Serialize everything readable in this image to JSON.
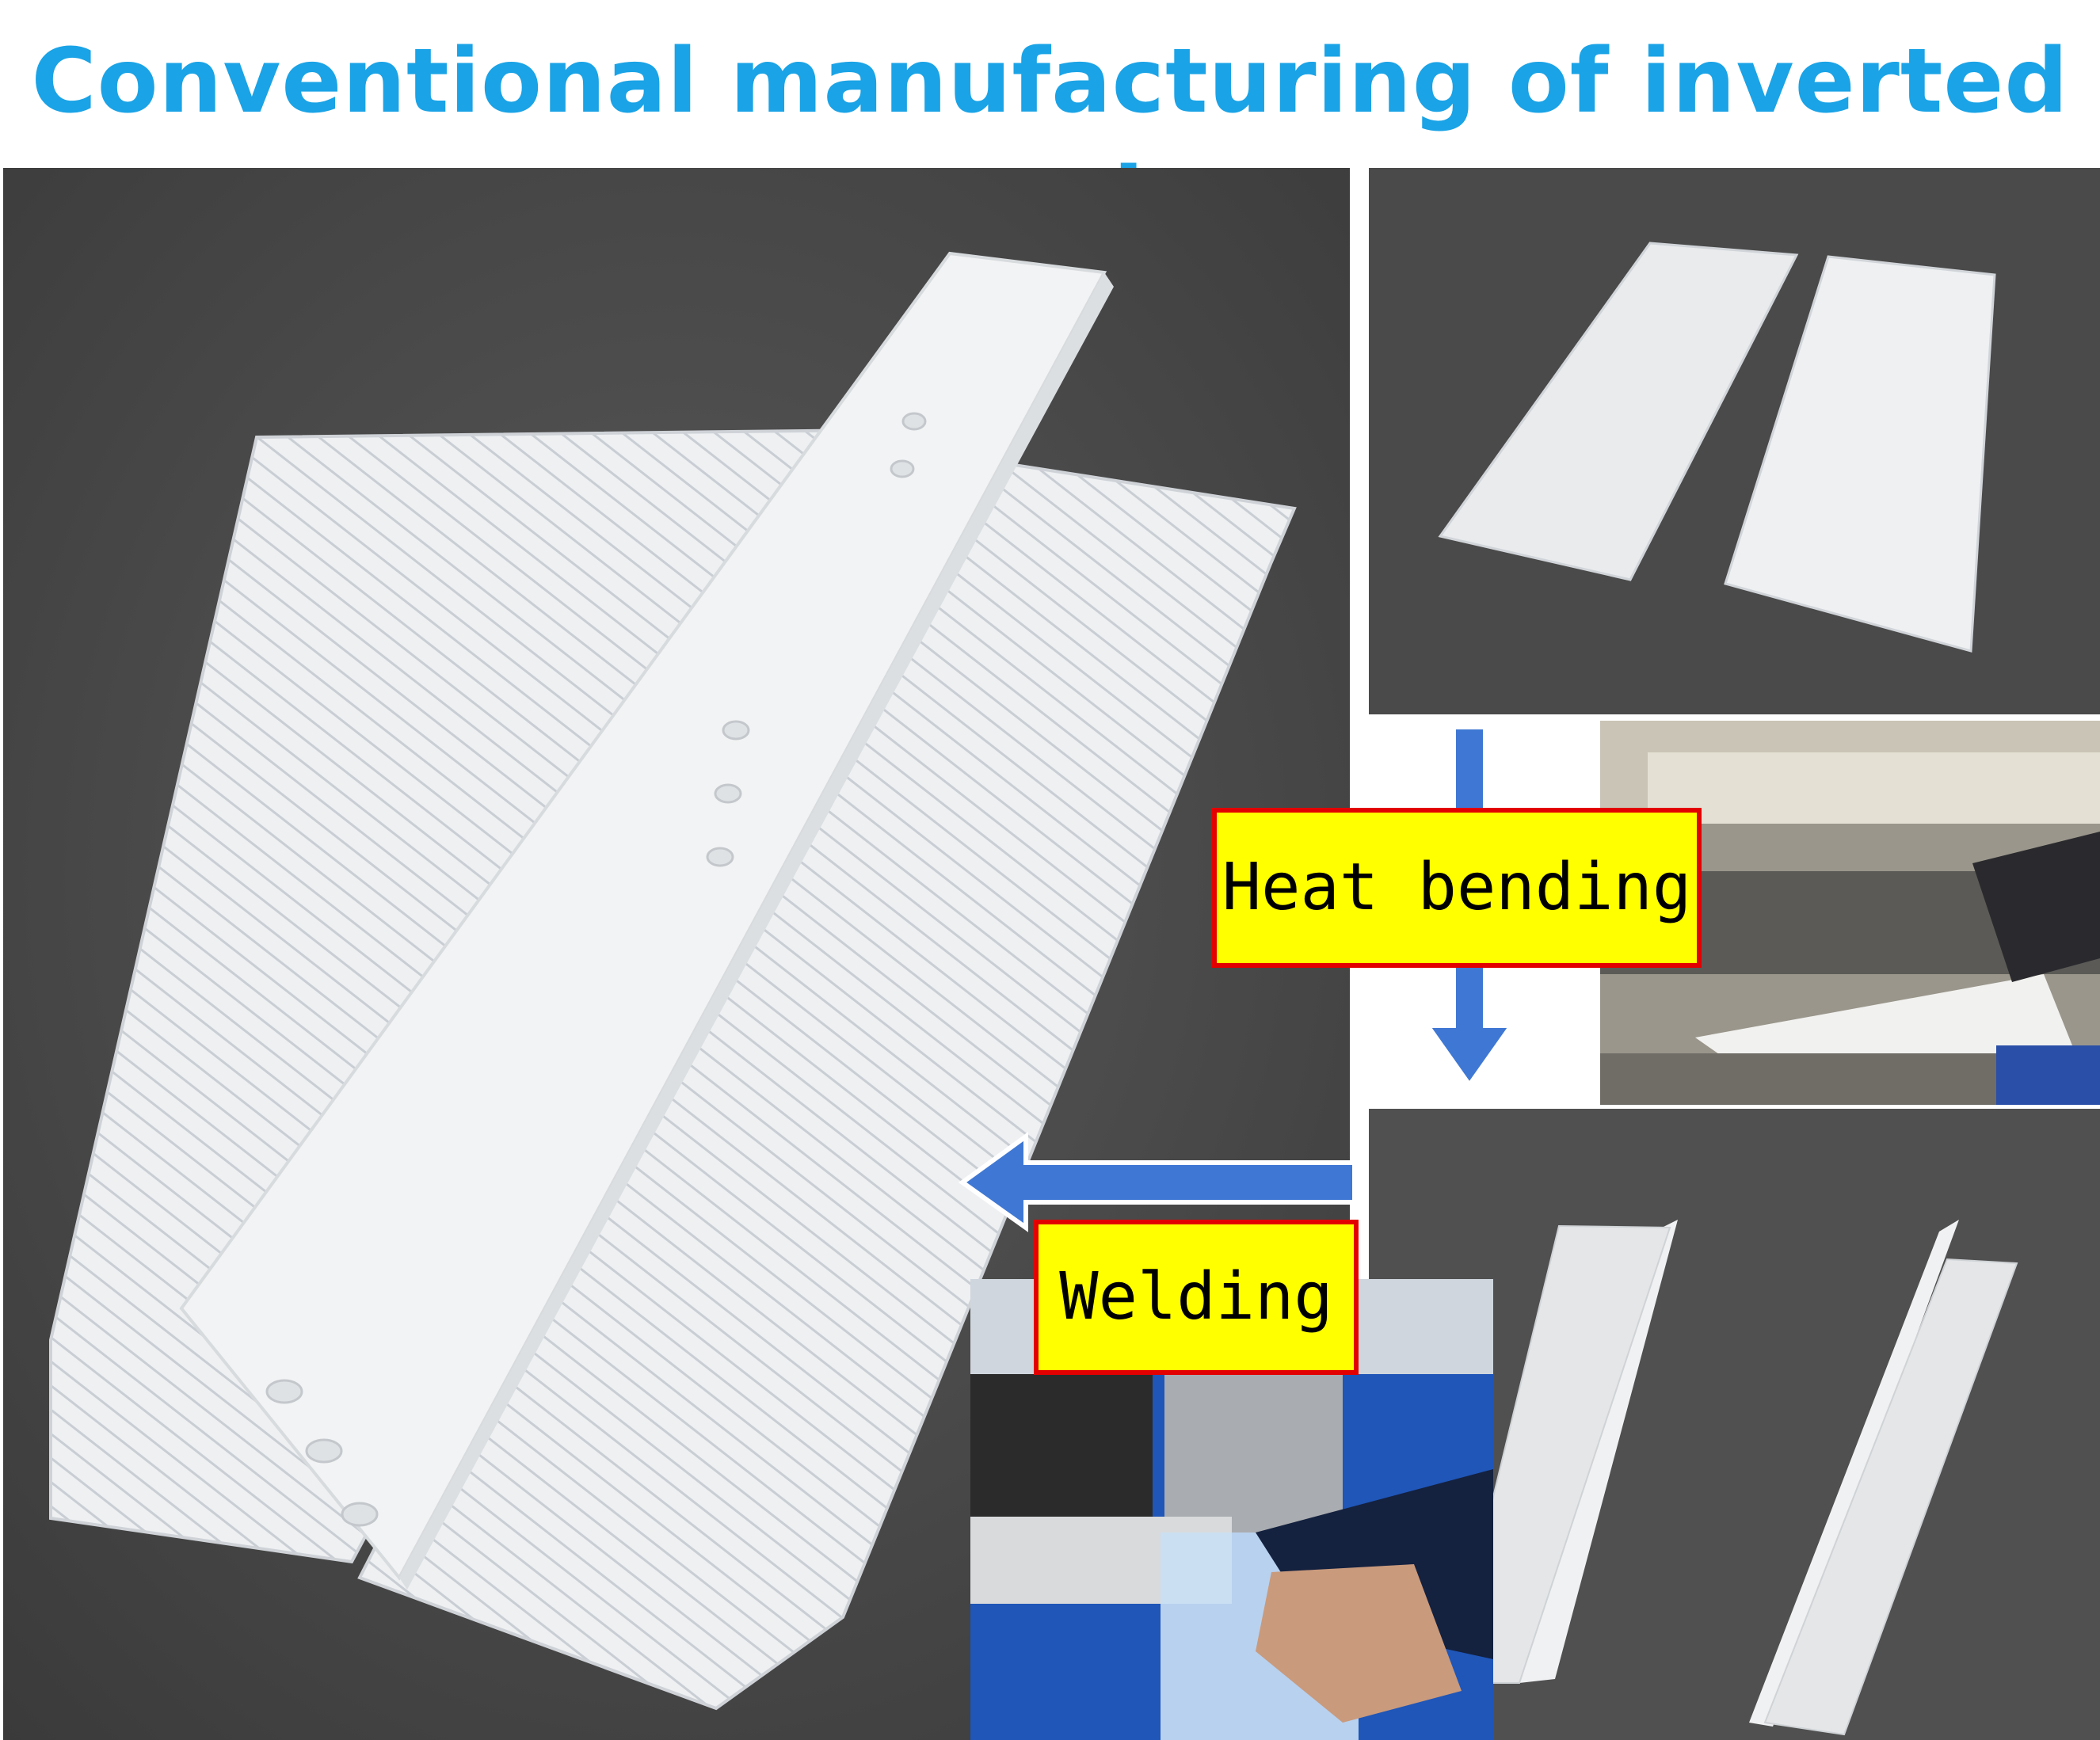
{
  "title": "Conventional manufacturing of inverted pad",
  "steps": {
    "heat_bending": "Heat bending",
    "welding": "Welding"
  },
  "colors": {
    "title": "#1aa3e6",
    "arrow": "#3f78d4",
    "label_fill": "#ffff00",
    "label_border": "#e30000"
  }
}
